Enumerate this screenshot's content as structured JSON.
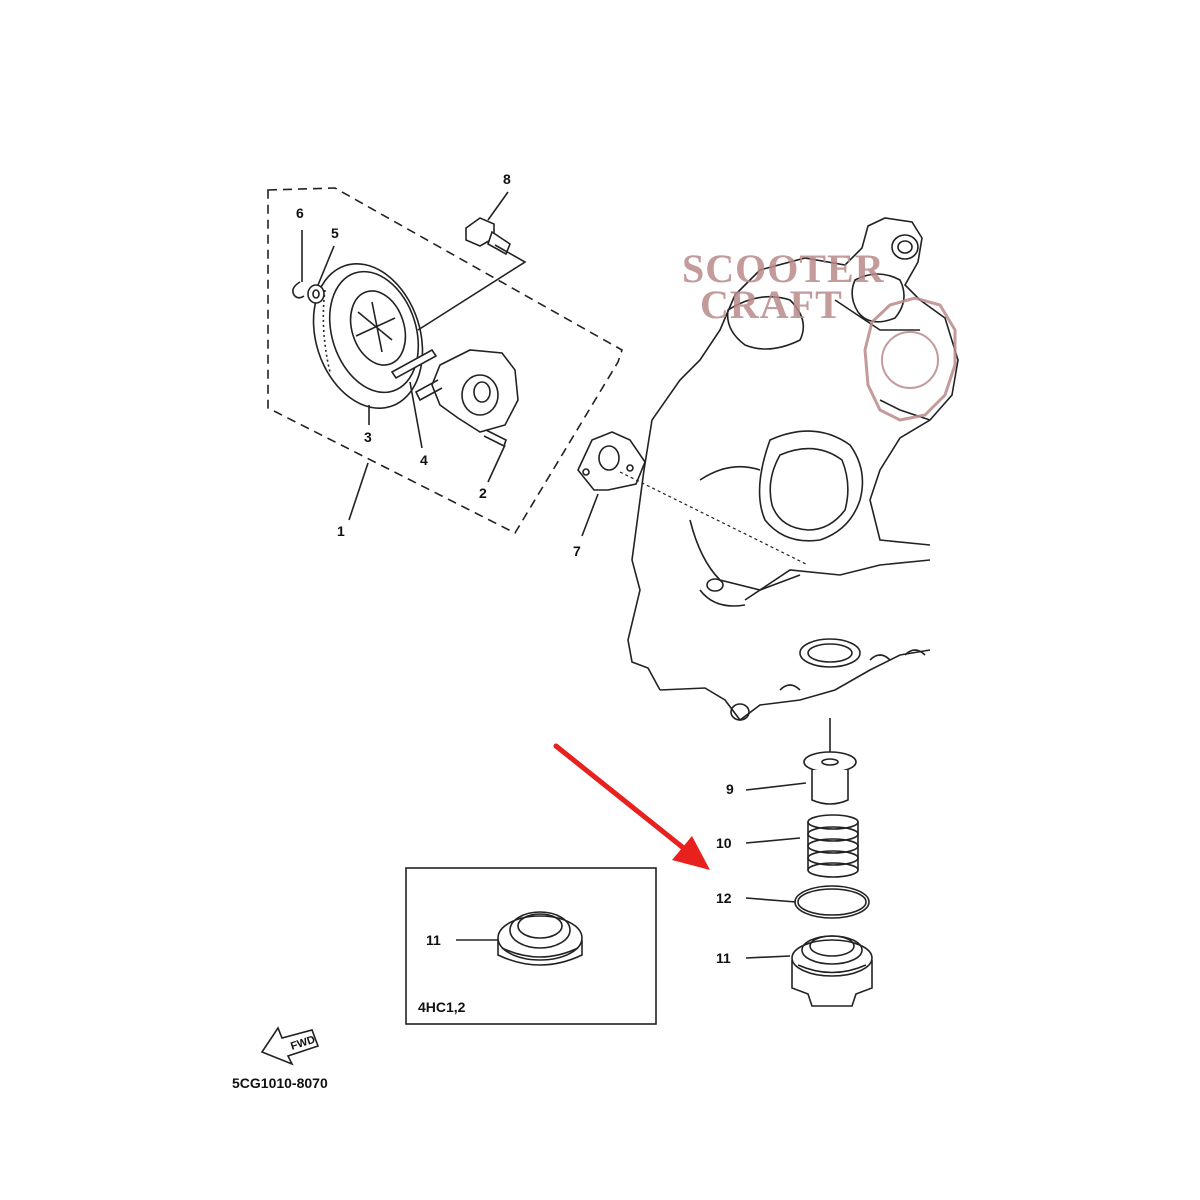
{
  "callouts": {
    "c1": "1",
    "c2": "2",
    "c3": "3",
    "c4": "4",
    "c5": "5",
    "c6": "6",
    "c7": "7",
    "c8": "8",
    "c9": "9",
    "c10": "10",
    "c12": "12",
    "c11_main": "11",
    "c11_inset": "11"
  },
  "inset_label": "4HC1,2",
  "fwd_label": "FWD",
  "diagram_code": "5CG1010-8070",
  "watermark": {
    "line1": "SCOOTER",
    "line2": "CRAFT"
  },
  "colors": {
    "arrow": "#e8201e",
    "watermark": "#b98a8a",
    "ink": "#222222"
  }
}
